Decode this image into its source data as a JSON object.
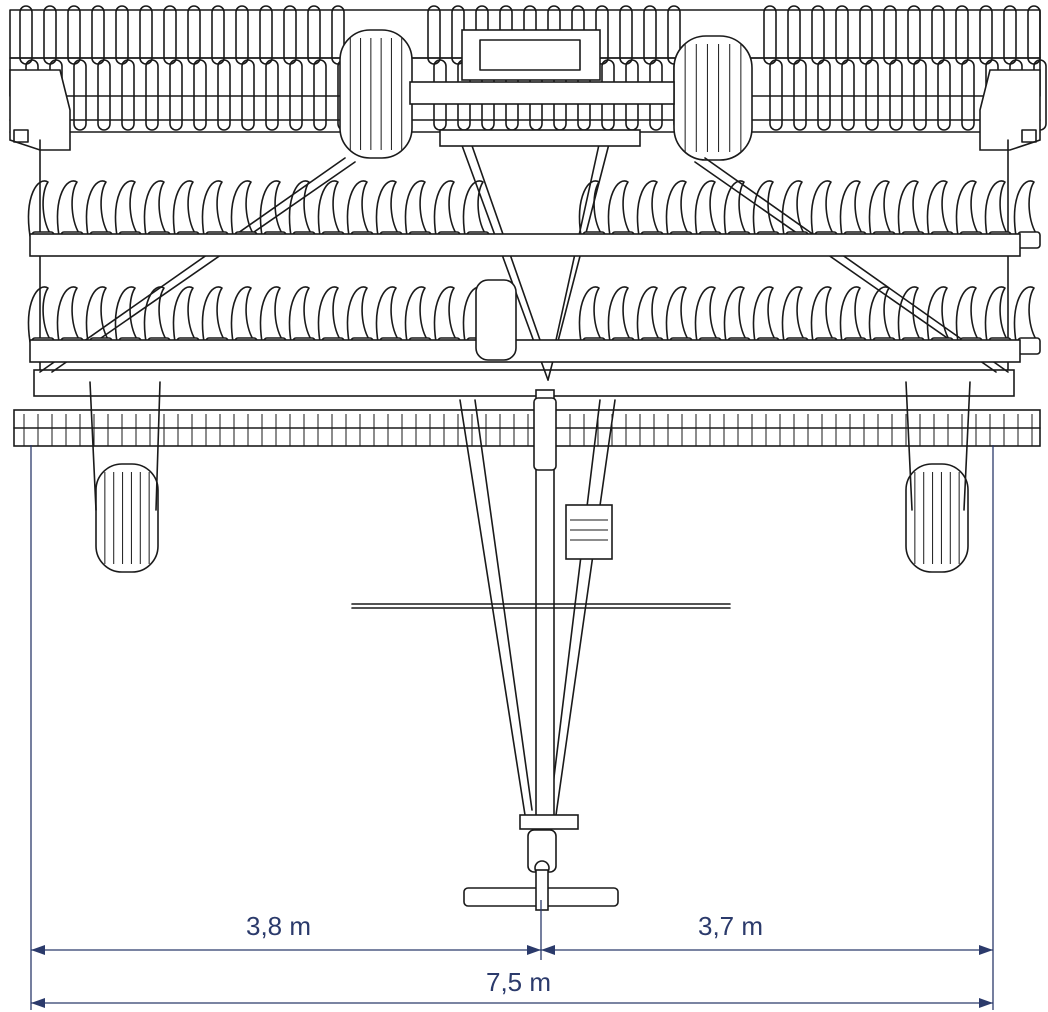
{
  "dimensions": {
    "left_width": "3,8 m",
    "right_width": "3,7 m",
    "total_width": "7,5 m",
    "color": "#2b3a6b"
  },
  "drawing": {
    "line_color": "#1a1a1a",
    "background": "#ffffff"
  }
}
